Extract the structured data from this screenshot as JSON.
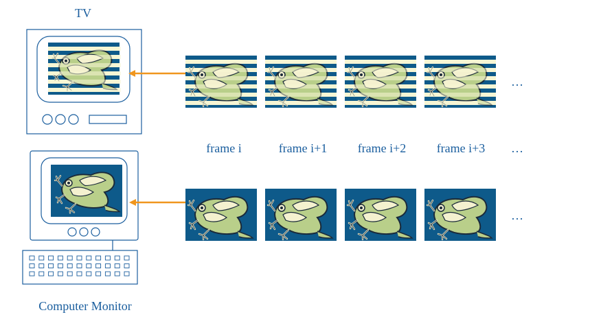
{
  "labels": {
    "tv": "TV",
    "monitor": "Computer Monitor",
    "ellipsis": "…"
  },
  "frame_labels": [
    "frame i",
    "frame i+1",
    "frame i+2",
    "frame i+3"
  ],
  "colors": {
    "stripe_blue": "#0e5a8a",
    "stripe_cream": "#f7f5d4",
    "progressive_bg": "#0e5a8a",
    "frog_green": "#b9cf8a",
    "frog_cream": "#f4f1cf",
    "frog_outline": "#1b2a3a",
    "arrow_orange": "#f0961e",
    "device_outline": "#1a5e9e",
    "label_blue": "#1a5e9e"
  },
  "icons": {
    "tv": "tv-icon",
    "monitor": "computer-monitor-icon",
    "keyboard": "keyboard-icon",
    "frame": "frog-frame-image",
    "arrow": "arrow-left-icon"
  }
}
